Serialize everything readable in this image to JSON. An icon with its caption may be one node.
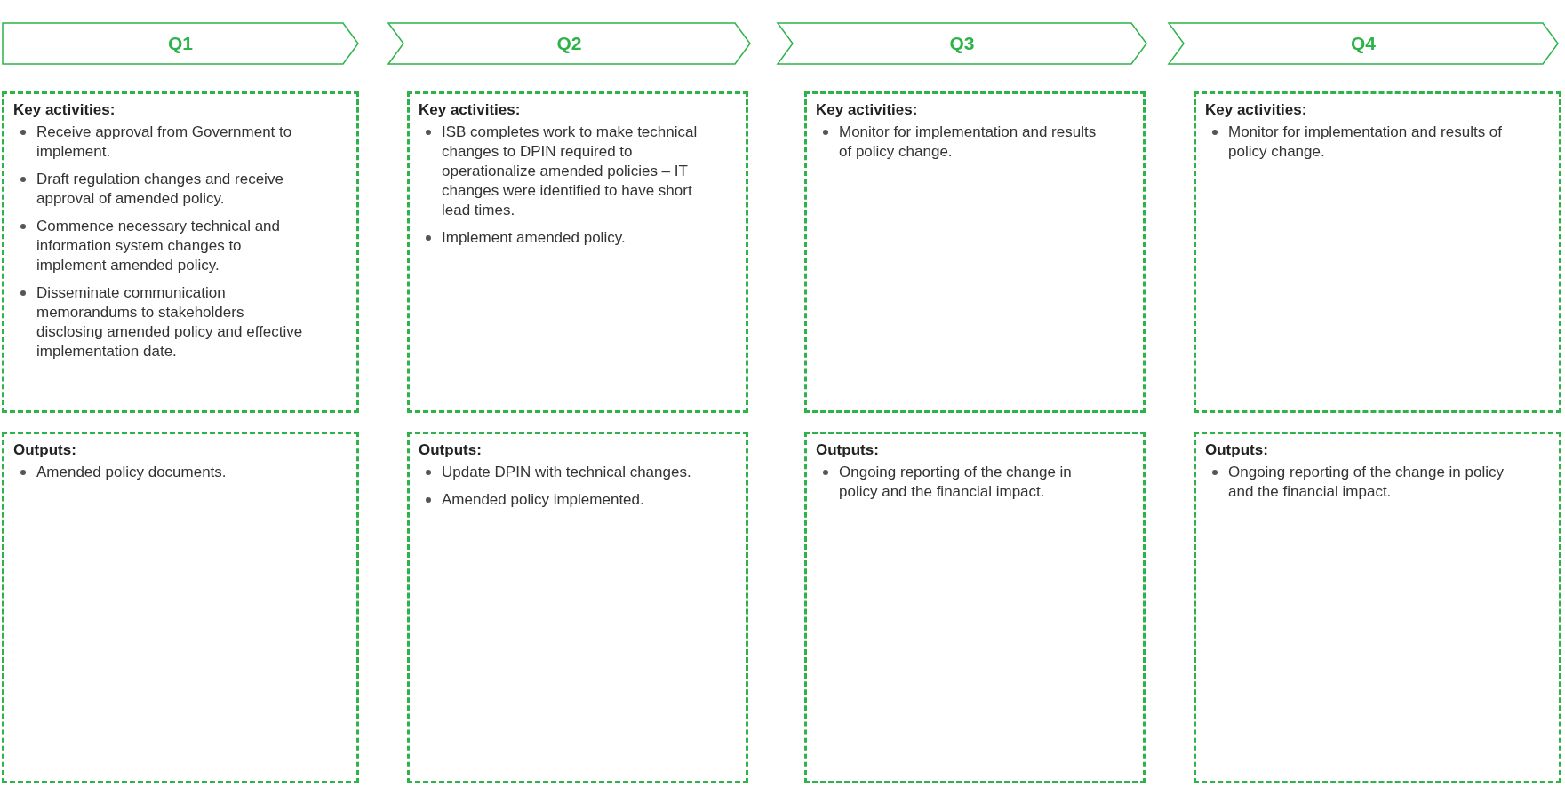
{
  "diagram": {
    "nodes": [
      {
        "text": [
          "Q1"
        ]
      },
      {
        "text": [
          "Q2"
        ]
      },
      {
        "text": [
          "Q3"
        ]
      },
      {
        "text": [
          "Q4"
        ]
      },
      {
        "text": [
          "Key activities:",
          "Receive approval from Government to implement.",
          "Draft regulation changes and receive approval of amended policy.",
          "Commence necessary technical and information system changes to implement amended policy.",
          "Disseminate communication memorandums to stakeholders disclosing amended policy and effective implementation date."
        ]
      },
      {
        "text": [
          "Key activities:",
          "ISB completes work to make technical changes to DPIN required to operationalize amended policies – IT changes were identified to have short lead times.",
          "Implement amended policy."
        ]
      },
      {
        "text": [
          "Key activities:",
          "Monitor for implementation and results of policy change."
        ]
      },
      {
        "text": [
          "Key activities:",
          "Monitor for implementation and results of policy change."
        ]
      },
      {
        "text": [
          "Outputs:",
          "Amended policy documents."
        ]
      },
      {
        "text": [
          "Outputs:",
          "Update DPIN with technical changes.",
          "Amended policy implemented."
        ]
      },
      {
        "text": [
          "Outputs:",
          "Ongoing reporting of the change in policy and the financial impact."
        ]
      },
      {
        "text": [
          "Outputs:",
          "Ongoing reporting of the change in policy and the financial impact."
        ]
      }
    ]
  }
}
